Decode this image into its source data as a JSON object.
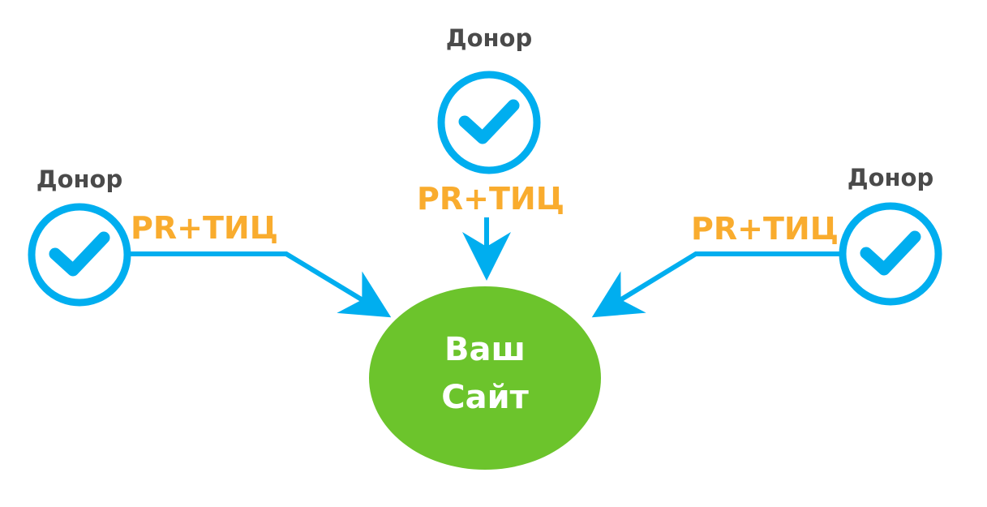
{
  "colors": {
    "donor_ring": "#00aeef",
    "arrow": "#00aeef",
    "flow_label": "#f9ac2e",
    "target_fill": "#6cc42c",
    "donor_label": "#4a4a4a",
    "target_label": "#ffffff"
  },
  "donors": [
    {
      "label": "Донор",
      "icon": "checkmark-icon",
      "flow_label": "PR+ТИЦ"
    },
    {
      "label": "Донор",
      "icon": "checkmark-icon",
      "flow_label": "PR+ТИЦ"
    },
    {
      "label": "Донор",
      "icon": "checkmark-icon",
      "flow_label": "PR+ТИЦ"
    }
  ],
  "target": {
    "line1": "Ваш",
    "line2": "Сайт"
  }
}
